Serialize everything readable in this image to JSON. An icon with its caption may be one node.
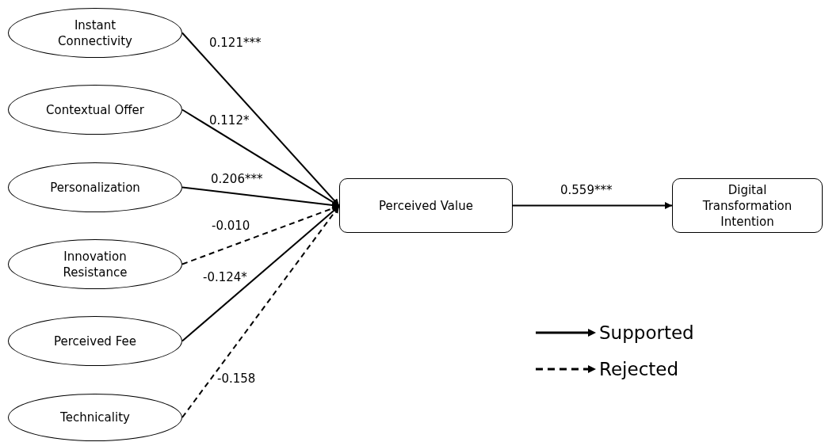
{
  "diagram": {
    "nodes": [
      {
        "text": [
          "Instant Connectivity"
        ]
      },
      {
        "text": [
          "Contextual Offer"
        ]
      },
      {
        "text": [
          "Personalization"
        ]
      },
      {
        "text": [
          "Innovation Resistance"
        ]
      },
      {
        "text": [
          "Perceived Fee"
        ]
      },
      {
        "text": [
          "Technicality"
        ]
      },
      {
        "text": [
          "Perceived Value"
        ]
      },
      {
        "text": [
          "Digital Transformation Intention"
        ]
      }
    ],
    "edges": [
      {
        "from": 0,
        "to": 6,
        "arrow": "to",
        "label": "0.121***"
      },
      {
        "from": 1,
        "to": 6,
        "arrow": "to",
        "label": "0.112*"
      },
      {
        "from": 2,
        "to": 6,
        "arrow": "to",
        "label": "0.206***"
      },
      {
        "from": 3,
        "to": 6,
        "arrow": "to",
        "label": "-0.010",
        "style": "dashed"
      },
      {
        "from": 4,
        "to": 6,
        "arrow": "to",
        "label": "-0.124*"
      },
      {
        "from": 5,
        "to": 6,
        "arrow": "to",
        "label": "-0.158",
        "style": "dashed"
      },
      {
        "from": 6,
        "to": 7,
        "arrow": "to",
        "label": "0.559***"
      }
    ],
    "legend": [
      {
        "text": "Supported"
      },
      {
        "text": "Rejected"
      }
    ]
  }
}
